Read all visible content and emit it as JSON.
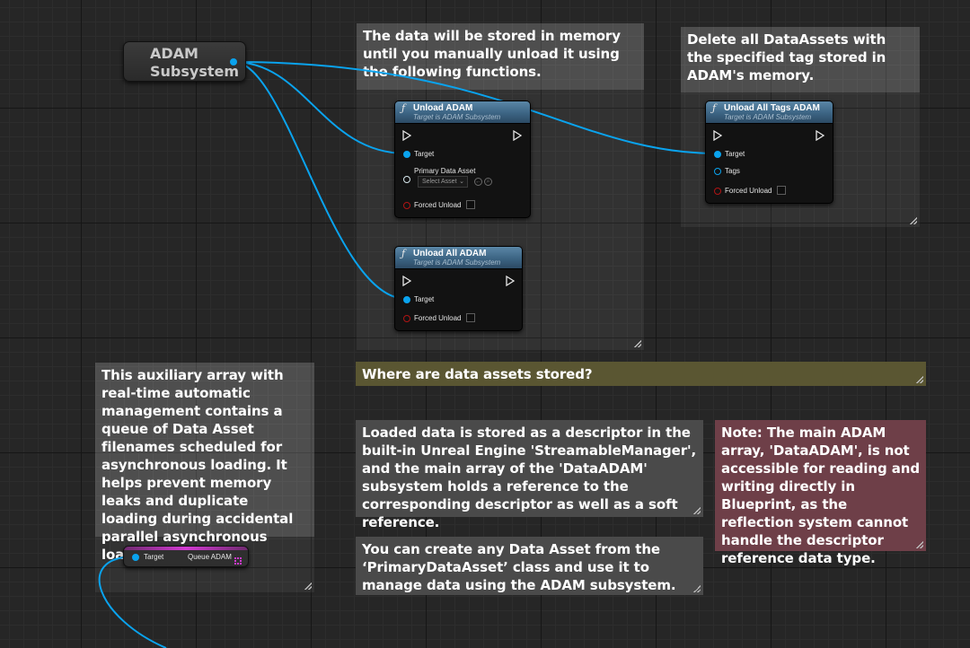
{
  "comments": {
    "memory_note": "The data will be stored in memory until you manually unload it using the following functions.",
    "tags_note": "Delete all DataAssets with the specified tag stored in ADAM's memory.",
    "storage_heading": "Where are data assets stored?",
    "aux_array_note": "This auxiliary array with real-time automatic management contains a queue of Data Asset filenames scheduled for asynchronous loading. It helps prevent memory leaks and duplicate loading during accidental parallel asynchronous loading.",
    "descriptor_note": "Loaded data is stored as a descriptor in the built-in Unreal Engine 'StreamableManager', and the main array of the 'DataADAM' subsystem holds a reference to the corresponding descriptor as well as a soft reference.",
    "main_array_note": "Note: The main ADAM array, 'DataADAM', is not accessible for reading and writing directly in Blueprint, as the reflection system cannot handle the descriptor reference data type.",
    "create_asset_note": "You can create any Data Asset from the ‘PrimaryDataAsset’ class and use it to manage data using the ADAM subsystem."
  },
  "subsystem_node": {
    "label": "ADAM Subsystem"
  },
  "nodes": {
    "unload_adam": {
      "title": "Unload ADAM",
      "subtitle": "Target is ADAM Subsystem",
      "pin_target": "Target",
      "pin_asset": "Primary Data Asset",
      "asset_select": "Select Asset",
      "pin_forced": "Forced Unload",
      "forced_checked": false
    },
    "unload_all_tags": {
      "title": "Unload All Tags ADAM",
      "subtitle": "Target is ADAM Subsystem",
      "pin_target": "Target",
      "pin_tags": "Tags",
      "pin_forced": "Forced Unload",
      "forced_checked": false
    },
    "unload_all": {
      "title": "Unload All ADAM",
      "subtitle": "Target is ADAM Subsystem",
      "pin_target": "Target",
      "pin_forced": "Forced Unload",
      "forced_checked": false
    },
    "queue_getter": {
      "pin_target": "Target",
      "output": "Queue ADAM"
    }
  },
  "colors": {
    "wire": "#0aa3ee",
    "heading_comment": "#5a5632",
    "note_comment": "#6e3f48",
    "node_header": "#3c6483",
    "queue_accent": "#d23ad2"
  },
  "icons": {
    "function": "function-icon",
    "exec": "exec-pin-icon",
    "magnify": "magnifier-icon",
    "array": "array-grid-icon"
  }
}
